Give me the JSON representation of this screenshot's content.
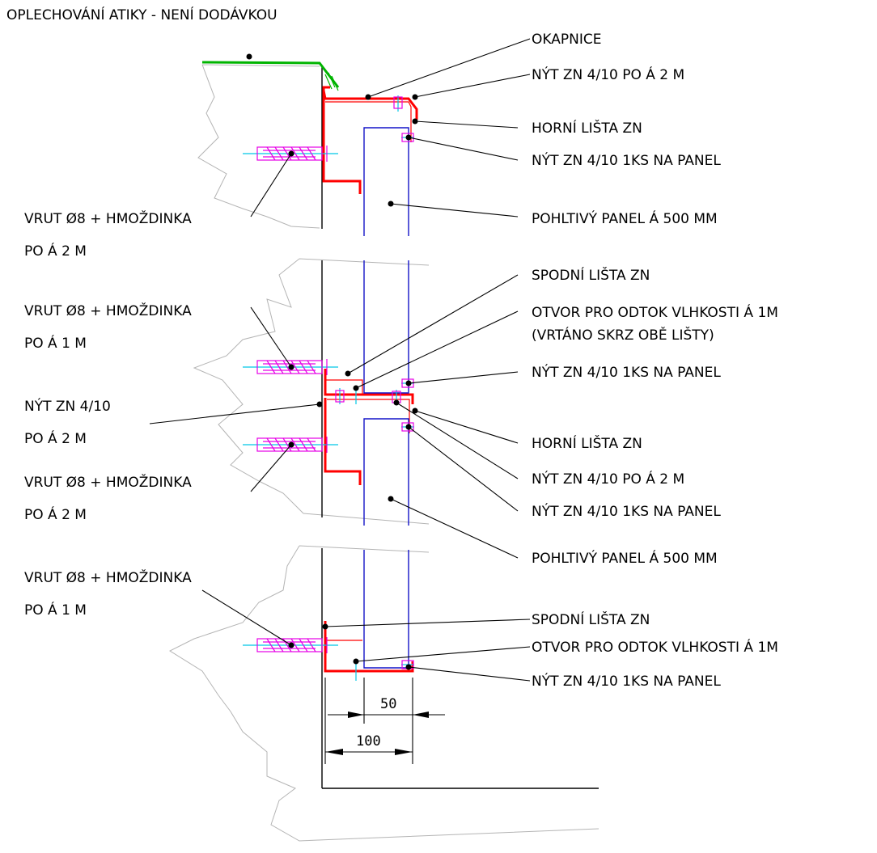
{
  "labels": {
    "oplechovani": "OPLECHOVÁNÍ ATIKY - NENÍ DODÁVKOU",
    "okapnice": "OKAPNICE",
    "nyt_top_1": "NÝT ZN 4/10 PO Á 2 M",
    "horni_lista_1": "HORNÍ LIŠTA ZN",
    "nyt_panel_1": "NÝT ZN 4/10 1KS NA PANEL",
    "vrut_1_a": "VRUT Ø8 + HMOŽDINKA",
    "vrut_1_b": "PO Á 2 M",
    "panel_1": "POHLTIVÝ PANEL Á 500 MM",
    "spodni_lista_1": "SPODNÍ LIŠTA ZN",
    "vrut_2_a": "VRUT Ø8 + HMOŽDINKA",
    "vrut_2_b": "PO Á 1 M",
    "otvor_1_a": "OTVOR PRO ODTOK VLHKOSTI Á 1M",
    "otvor_1_b": "(VRTÁNO SKRZ OBĚ LIŠTY)",
    "nyt_panel_2": "NÝT ZN 4/10 1KS NA PANEL",
    "nyt_mid_a": "NÝT ZN 4/10",
    "nyt_mid_b": "PO Á 2 M",
    "horni_lista_2": "HORNÍ LIŠTA ZN",
    "vrut_3_a": "VRUT Ø8 + HMOŽDINKA",
    "vrut_3_b": "PO Á 2 M",
    "nyt_top_2": "NÝT ZN 4/10 PO Á 2 M",
    "nyt_panel_3": "NÝT ZN 4/10 1KS NA PANEL",
    "panel_2": "POHLTIVÝ PANEL Á 500 MM",
    "vrut_4_a": "VRUT Ø8 + HMOŽDINKA",
    "vrut_4_b": "PO Á 1 M",
    "spodni_lista_2": "SPODNÍ LIŠTA ZN",
    "otvor_2": "OTVOR PRO ODTOK VLHKOSTI Á 1M",
    "nyt_panel_4": "NÝT ZN 4/10 1KS NA PANEL"
  },
  "dimensions": {
    "d50": "50",
    "d100": "100"
  },
  "colors": {
    "flashing": "#00b400",
    "rails": "#ff0000",
    "panel": "#1414c8",
    "screw": "#e600e6",
    "axis": "#00c8e6",
    "wall": "#b4b4b4"
  }
}
